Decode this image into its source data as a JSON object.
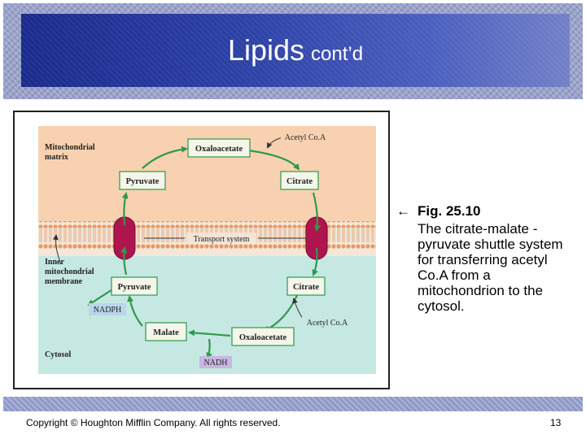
{
  "slide": {
    "title": "Lipids",
    "title_suffix": "cont’d",
    "copyright": "Copyright © Houghton Mifflin Company. All rights reserved.",
    "page_number": "13"
  },
  "caption": {
    "arrow": "←",
    "fig_label": "Fig. 25.10",
    "text": "The citrate-malate -pyruvate shuttle system for transferring acetyl Co.A from a mitochondrion to the cytosol."
  },
  "diagram": {
    "region_matrix": "Mitochondrial matrix",
    "region_membrane": "Inner mitochondrial membrane",
    "region_cytosol": "Cytosol",
    "transport": "Transport system",
    "matrix": {
      "oxaloacetate": "Oxaloacetate",
      "pyruvate": "Pyruvate",
      "citrate": "Citrate",
      "acetyl_coa": "Acetyl Co.A"
    },
    "cytosol": {
      "pyruvate": "Pyruvate",
      "citrate": "Citrate",
      "malate": "Malate",
      "oxaloacetate": "Oxaloacetate",
      "nadph": "NADPH",
      "acetyl_coa": "Acetyl Co.A",
      "nadh": "NADH"
    },
    "colors": {
      "matrix_bg": "#f8d2b0",
      "cytosol_bg": "#c6e8e2",
      "node_border": "#2e9a4c",
      "node_fill": "#f3f6e8",
      "arrow": "#2e9a4c",
      "transporter": "#b0144e",
      "membrane_head": "#e79a62",
      "cofactor_fill": "#c8b6e0"
    }
  }
}
